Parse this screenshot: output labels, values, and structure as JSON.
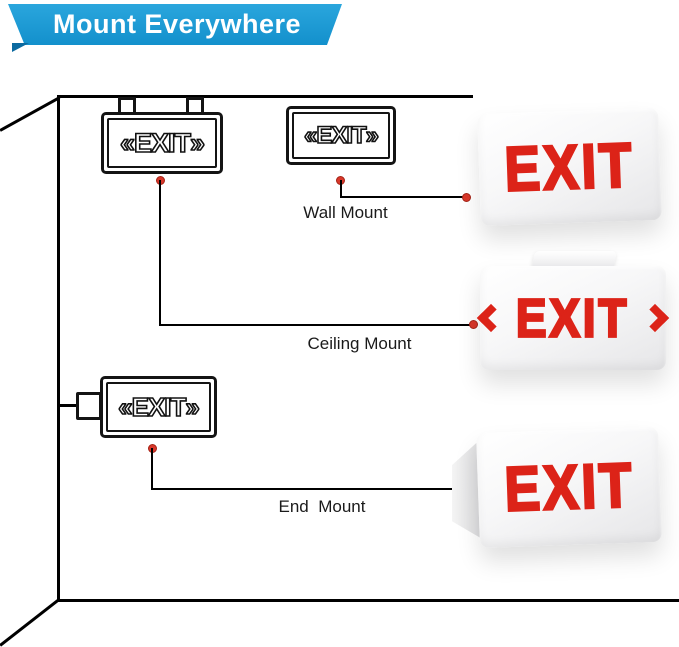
{
  "banner": {
    "title": "Mount Everywhere"
  },
  "diagram": {
    "drawn_signs": {
      "ceiling": {
        "face_text": "«EXIT»"
      },
      "wall": {
        "face_text": "«EXIT»"
      },
      "end": {
        "face_text": "«EXIT»"
      }
    },
    "connectors": {
      "wall": {
        "label": "Wall Mount"
      },
      "ceiling": {
        "label": "Ceiling Mount"
      },
      "end": {
        "label": "End  Mount"
      }
    }
  },
  "products": {
    "wall_sign": {
      "face_text": "EXIT"
    },
    "ceiling_sign": {
      "face_text": "EXIT",
      "left_icon": "chevron-left",
      "right_icon": "chevron-right"
    },
    "end_sign": {
      "face_text": "EXIT"
    }
  },
  "colors": {
    "banner_blue": "#1e9cd7",
    "banner_fold": "#0c6aa0",
    "exit_red": "#dc2318",
    "dot_red": "#d8372a",
    "line_black": "#000000",
    "label_text": "#1a1a1a"
  }
}
